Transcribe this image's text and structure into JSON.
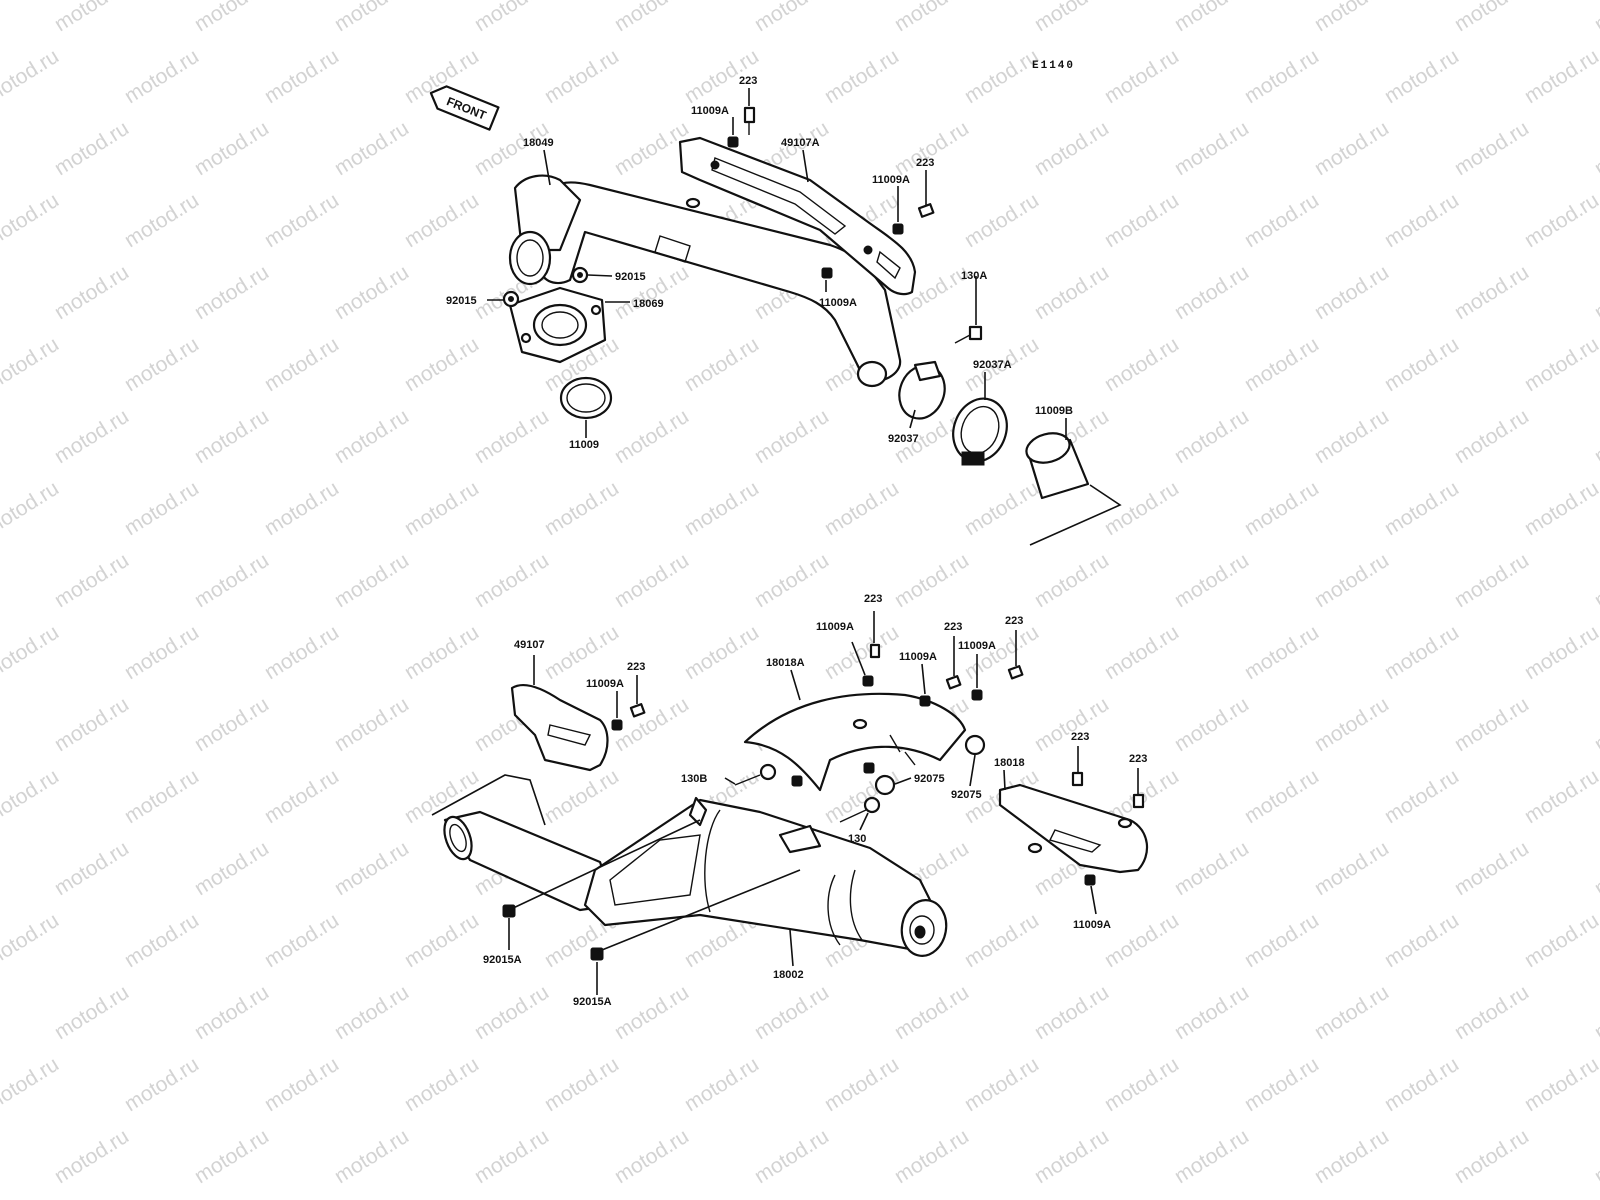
{
  "diagram_code": "E1140",
  "front_label": "FRONT",
  "watermark": "motod.ru",
  "part_labels": {
    "screw_223_top": "223",
    "nut_11009A_top": "11009A",
    "plate_49107A": "49107A",
    "screw_223_right": "223",
    "nut_11009A_right": "11009A",
    "pipe_18049": "18049",
    "nut_92015_right": "92015",
    "nut_92015_left": "92015",
    "flange_18069": "18069",
    "nut_11009A_mid": "11009A",
    "bolt_130A": "130A",
    "clamp_92037A": "92037A",
    "gasket_11009B": "11009B",
    "clamp_92037": "92037",
    "gasket_11009": "11009",
    "screw_223_b1": "223",
    "nut_11009A_b1": "11009A",
    "screw_223_b2": "223",
    "nut_11009A_b2": "11009A",
    "nut_11009A_b3": "11009A",
    "screw_223_b3": "223",
    "cover_18018A": "18018A",
    "plate_49107": "49107",
    "screw_223_b4": "223",
    "nut_11009A_b4": "11009A",
    "bolt_130B": "130B",
    "damper_92075_a": "92075",
    "damper_92075_b": "92075",
    "cover_18018": "18018",
    "screw_223_b5": "223",
    "screw_223_b6": "223",
    "bolt_130": "130",
    "nut_11009A_b5": "11009A",
    "nut_92015A_a": "92015A",
    "nut_92015A_b": "92015A",
    "muffler_18002": "18002"
  }
}
